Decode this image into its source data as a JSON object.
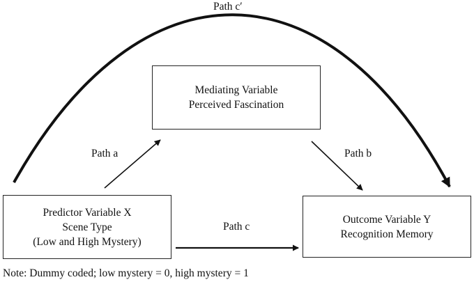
{
  "mediator": {
    "line1": "Mediating Variable",
    "line2": "Perceived Fascination"
  },
  "predictor": {
    "line1": "Predictor Variable X",
    "line2": "Scene Type",
    "line3": "(Low and High Mystery)"
  },
  "outcome": {
    "line1": "Outcome Variable Y",
    "line2": "Recognition Memory"
  },
  "paths": {
    "c_prime": "Path c′",
    "a": "Path a",
    "b": "Path b",
    "c": "Path c"
  },
  "note": "Note: Dummy coded; low mystery = 0, high mystery = 1",
  "colors": {
    "stroke": "#111111",
    "background": "#ffffff"
  }
}
